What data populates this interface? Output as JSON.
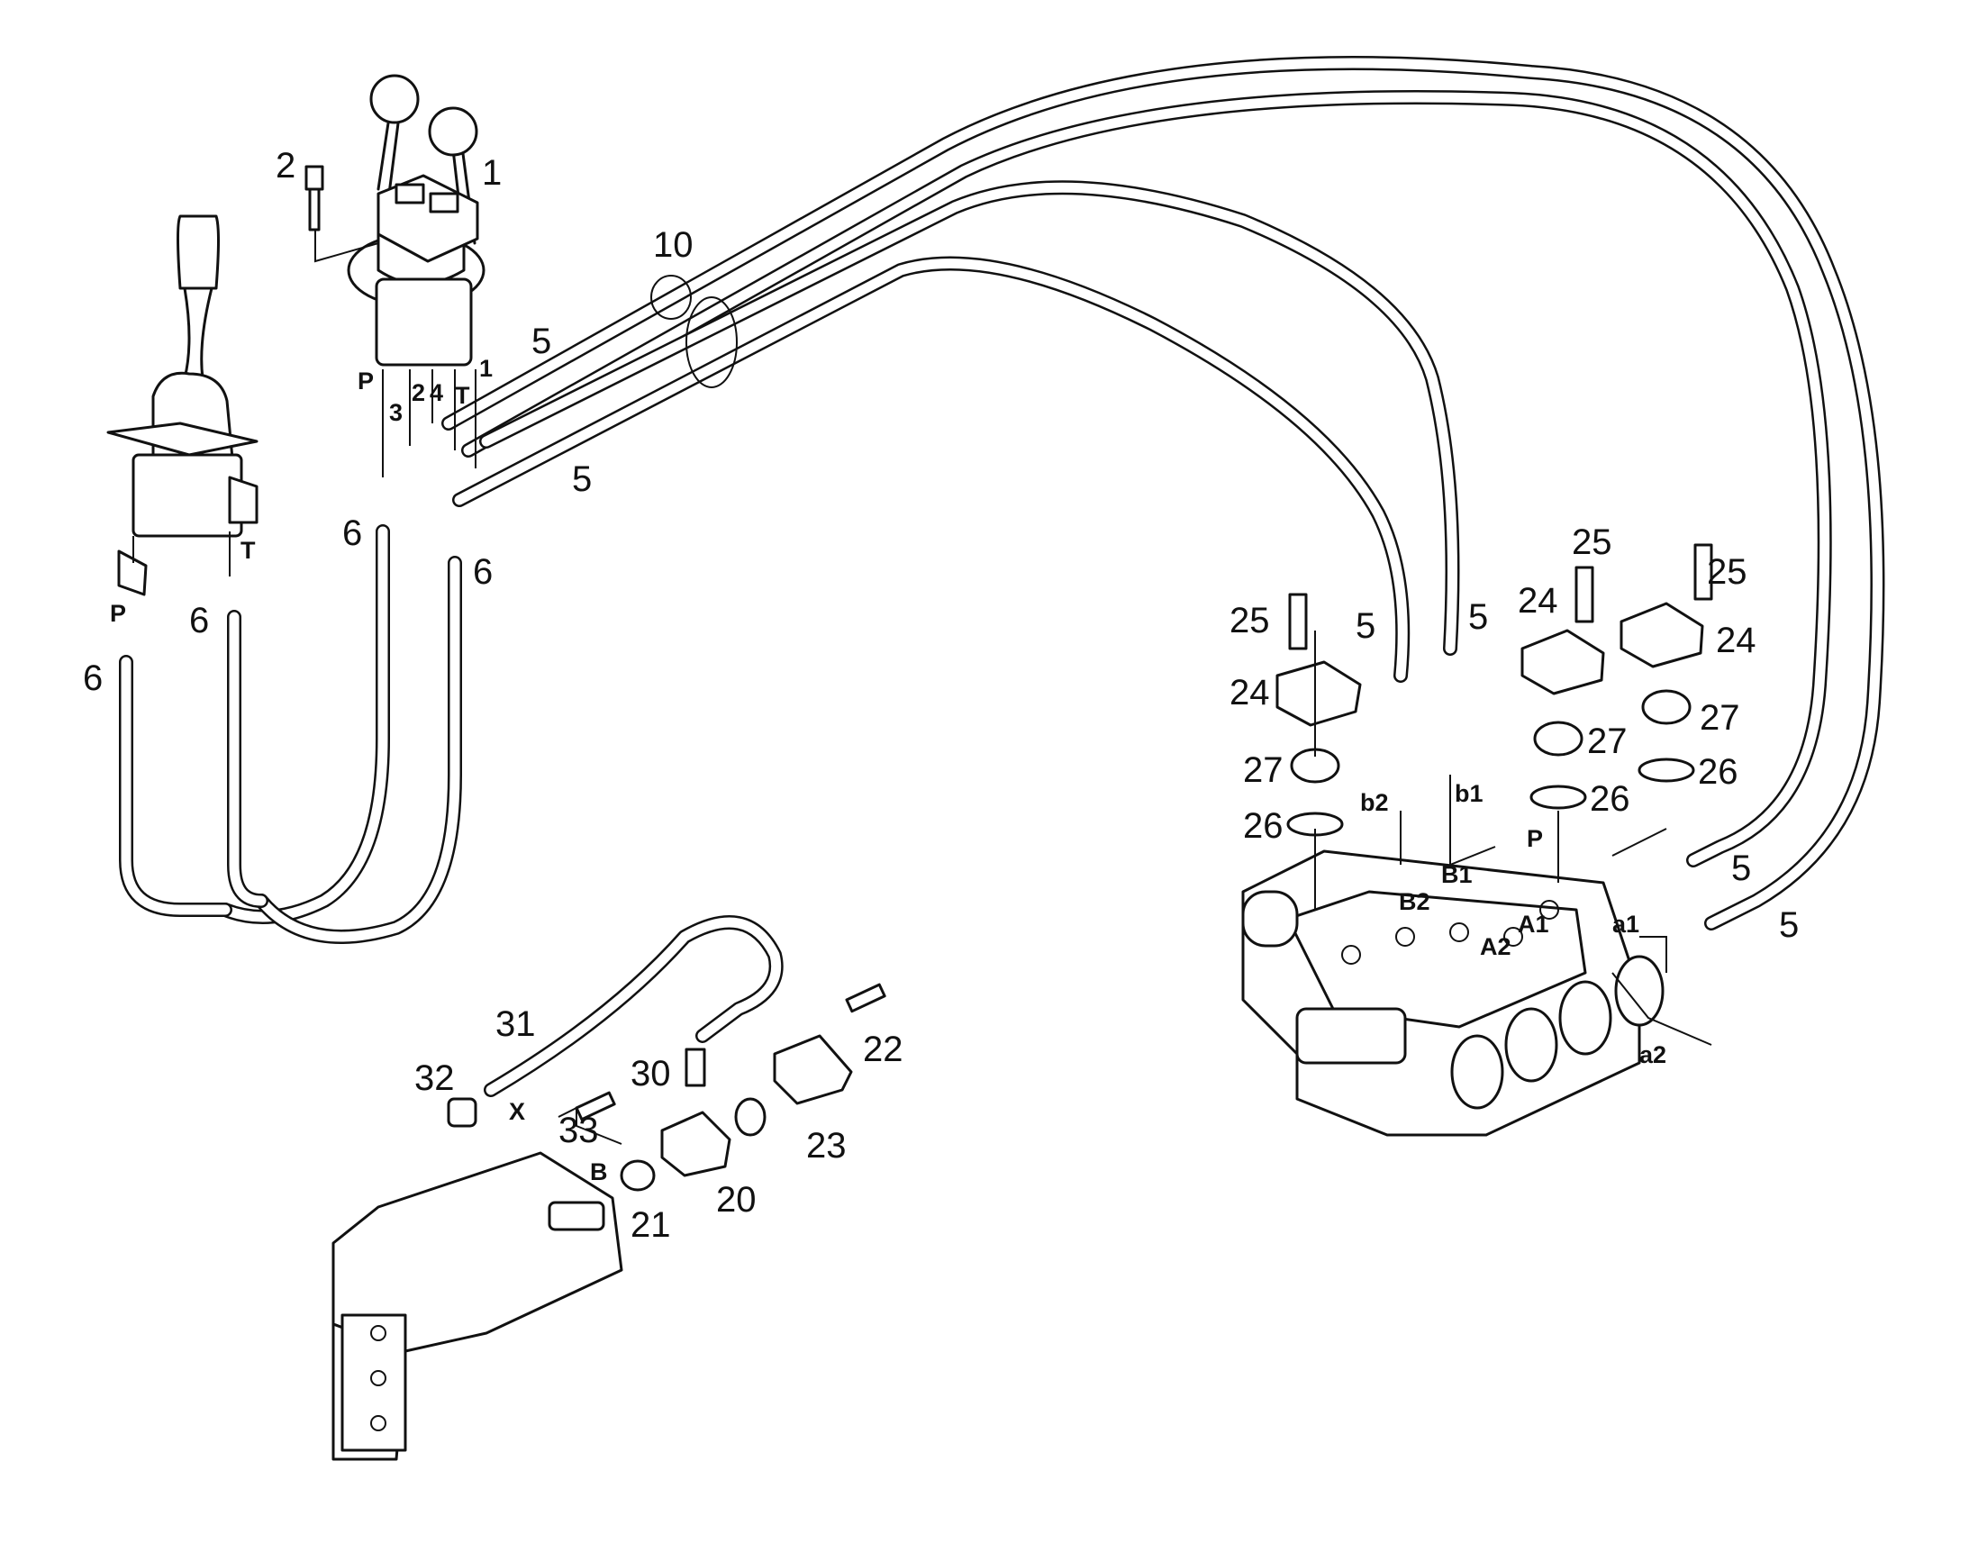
{
  "callouts": [
    {
      "id": "c1",
      "text": "1"
    },
    {
      "id": "c2",
      "text": "2"
    },
    {
      "id": "c10",
      "text": "10"
    },
    {
      "id": "c5a",
      "text": "5"
    },
    {
      "id": "c5b",
      "text": "5"
    },
    {
      "id": "c5c",
      "text": "5"
    },
    {
      "id": "c5d",
      "text": "5"
    },
    {
      "id": "c5e",
      "text": "5"
    },
    {
      "id": "c5f",
      "text": "5"
    },
    {
      "id": "c6a",
      "text": "6"
    },
    {
      "id": "c6b",
      "text": "6"
    },
    {
      "id": "c6c",
      "text": "6"
    },
    {
      "id": "c6d",
      "text": "6"
    },
    {
      "id": "c25a",
      "text": "25"
    },
    {
      "id": "c25b",
      "text": "25"
    },
    {
      "id": "c25c",
      "text": "25"
    },
    {
      "id": "c24a",
      "text": "24"
    },
    {
      "id": "c24b",
      "text": "24"
    },
    {
      "id": "c24c",
      "text": "24"
    },
    {
      "id": "c27a",
      "text": "27"
    },
    {
      "id": "c27b",
      "text": "27"
    },
    {
      "id": "c27c",
      "text": "27"
    },
    {
      "id": "c26a",
      "text": "26"
    },
    {
      "id": "c26b",
      "text": "26"
    },
    {
      "id": "c26c",
      "text": "26"
    },
    {
      "id": "c31",
      "text": "31"
    },
    {
      "id": "c32",
      "text": "32"
    },
    {
      "id": "c33",
      "text": "33"
    },
    {
      "id": "c30",
      "text": "30"
    },
    {
      "id": "c22",
      "text": "22"
    },
    {
      "id": "c23",
      "text": "23"
    },
    {
      "id": "c20",
      "text": "20"
    },
    {
      "id": "c21",
      "text": "21"
    }
  ],
  "ports": [
    {
      "id": "pP1",
      "text": "P"
    },
    {
      "id": "p3",
      "text": "3"
    },
    {
      "id": "p2",
      "text": "2"
    },
    {
      "id": "p4",
      "text": "4"
    },
    {
      "id": "pT1",
      "text": "T"
    },
    {
      "id": "p1",
      "text": "1"
    },
    {
      "id": "pT2",
      "text": "T"
    },
    {
      "id": "pP2",
      "text": "P"
    },
    {
      "id": "pb2",
      "text": "b2"
    },
    {
      "id": "pb1",
      "text": "b1"
    },
    {
      "id": "pB1",
      "text": "B1"
    },
    {
      "id": "pB2",
      "text": "B2"
    },
    {
      "id": "pP3",
      "text": "P"
    },
    {
      "id": "pA1",
      "text": "A1"
    },
    {
      "id": "pA2",
      "text": "A2"
    },
    {
      "id": "pa1",
      "text": "a1"
    },
    {
      "id": "pa2",
      "text": "a2"
    },
    {
      "id": "pX",
      "text": "X"
    },
    {
      "id": "pB",
      "text": "B"
    }
  ]
}
